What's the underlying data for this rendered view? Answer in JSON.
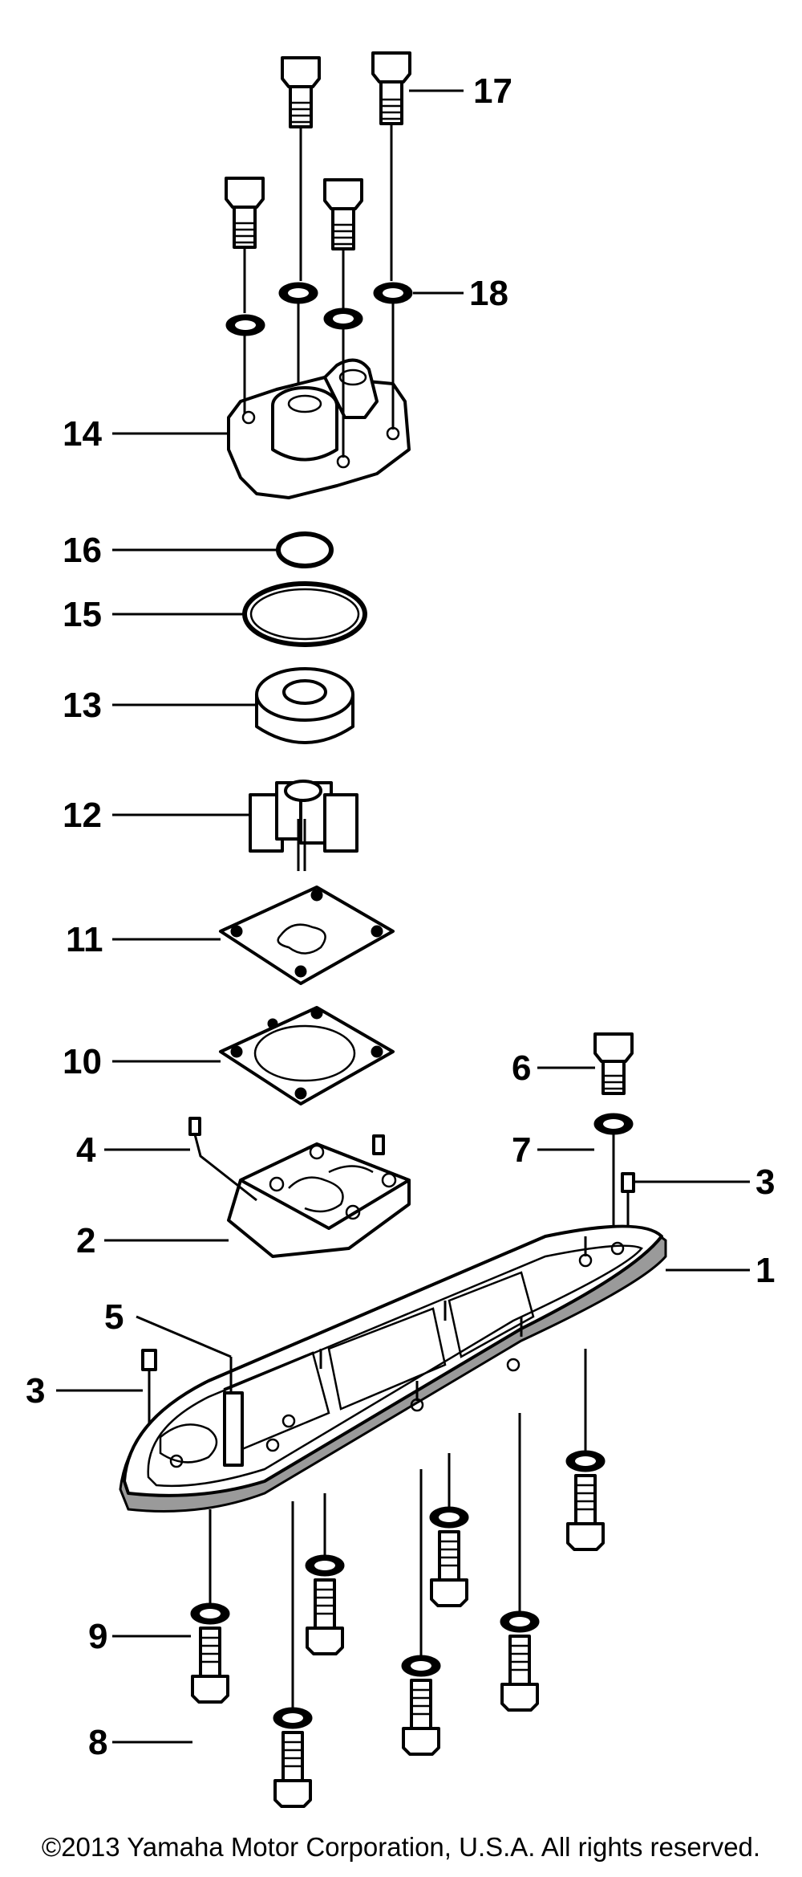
{
  "title": "",
  "copyright": "©2013 Yamaha Motor Corporation, U.S.A. All rights reserved.",
  "callouts": [
    {
      "id": "c17",
      "text": "17"
    },
    {
      "id": "c18",
      "text": "18"
    },
    {
      "id": "c14",
      "text": "14"
    },
    {
      "id": "c16",
      "text": "16"
    },
    {
      "id": "c15",
      "text": "15"
    },
    {
      "id": "c13",
      "text": "13"
    },
    {
      "id": "c12",
      "text": "12"
    },
    {
      "id": "c11",
      "text": "11"
    },
    {
      "id": "c10",
      "text": "10"
    },
    {
      "id": "c6",
      "text": "6"
    },
    {
      "id": "c7",
      "text": "7"
    },
    {
      "id": "c4",
      "text": "4"
    },
    {
      "id": "c2",
      "text": "2"
    },
    {
      "id": "c3a",
      "text": "3"
    },
    {
      "id": "c1",
      "text": "1"
    },
    {
      "id": "c5",
      "text": "5"
    },
    {
      "id": "c3b",
      "text": "3"
    },
    {
      "id": "c9",
      "text": "9"
    },
    {
      "id": "c8",
      "text": "8"
    }
  ]
}
